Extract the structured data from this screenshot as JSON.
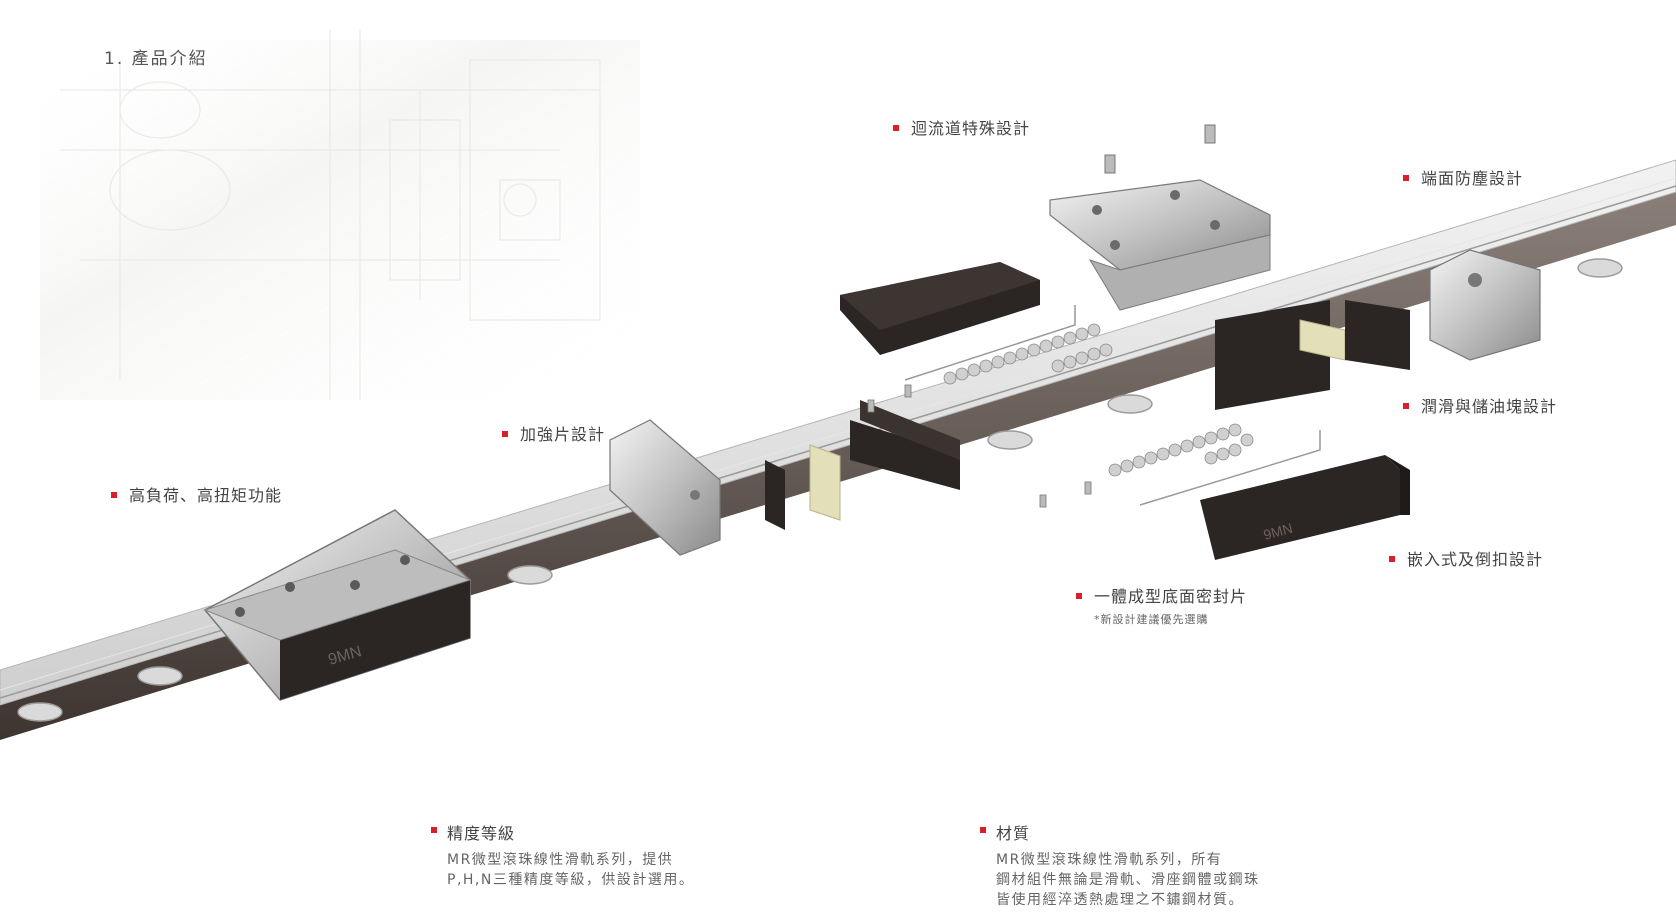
{
  "section_title": "1. 產品介紹",
  "labels": {
    "recirculation": "迴流道特殊設計",
    "end_dust": "端面防塵設計",
    "lubrication": "潤滑與儲油塊設計",
    "reinforce": "加強片設計",
    "high_load": "高負荷、高扭矩功能",
    "embedded": "嵌入式及倒扣設計",
    "bottom_seal": "一體成型底面密封片",
    "bottom_seal_note": "*新設計建議優先選購"
  },
  "precision": {
    "title": "精度等級",
    "lines": [
      "MR微型滾珠線性滑軌系列，提供",
      "P,H,N三種精度等級，供設計選用。"
    ]
  },
  "material": {
    "title": "材質",
    "lines": [
      "MR微型滾珠線性滑軌系列，所有",
      "鋼材組件無論是滑軌、滑座鋼體或鋼珠",
      "皆使用經淬透熱處理之不鏽鋼材質。"
    ]
  },
  "product_markings": {
    "block_model": "9MN",
    "seal_model": "9MN"
  },
  "colors": {
    "accent": "#d8202a",
    "steel": "#c8c8c8",
    "plastic_dark": "#2b2624",
    "retainer": "#e3dfb8"
  }
}
